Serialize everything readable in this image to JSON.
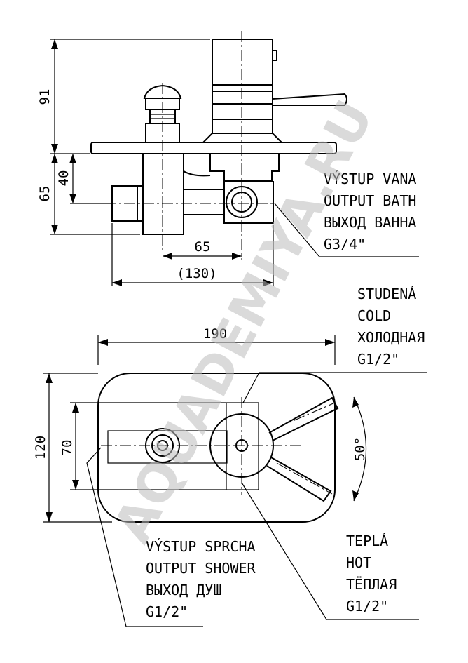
{
  "dimensions": {
    "side_top_height": "91",
    "side_lower_height": "65",
    "side_outlet_height": "40",
    "side_width_65": "65",
    "side_width_130": "(130)",
    "front_width": "190",
    "front_height": "120",
    "front_inner_height": "70",
    "angle": "50°"
  },
  "labels": {
    "bath_outlet": [
      "VÝSTUP VANA",
      "OUTPUT BATH",
      "ВЫХОД ВАННА",
      "G3/4\""
    ],
    "cold": [
      "STUDENÁ",
      "COLD",
      "ХОЛОДНАЯ",
      "G1/2\""
    ],
    "shower_outlet": [
      "VÝSTUP SPRCHA",
      "OUTPUT SHOWER",
      "ВЫХОД ДУШ",
      "G1/2\""
    ],
    "hot": [
      "TEPLÁ",
      "HOT",
      "ТЁПЛАЯ",
      "G1/2\""
    ]
  },
  "watermark": "AQUADEMIYA.RU"
}
